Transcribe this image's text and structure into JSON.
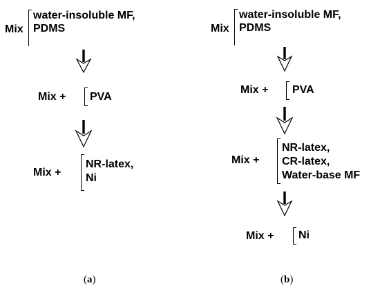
{
  "panel_a": {
    "step1": {
      "prefix": "Mix",
      "items": [
        "water-insoluble MF,",
        "PDMS"
      ]
    },
    "step2": {
      "prefix": "Mix +",
      "items": [
        "PVA"
      ]
    },
    "step3": {
      "prefix": "Mix +",
      "items": [
        "NR-latex,",
        "Ni"
      ]
    },
    "caption": {
      "open": "(",
      "letter": "a",
      "close": ")"
    }
  },
  "panel_b": {
    "step1": {
      "prefix": "Mix",
      "items": [
        "water-insoluble MF,",
        "PDMS"
      ]
    },
    "step2": {
      "prefix": "Mix +",
      "items": [
        "PVA"
      ]
    },
    "step3": {
      "prefix": "Mix +",
      "items": [
        "NR-latex,",
        "CR-latex,",
        "Water-base MF"
      ]
    },
    "step4": {
      "prefix": "Mix +",
      "items": [
        "Ni"
      ]
    },
    "caption": {
      "open": "(",
      "letter": "b",
      "close": ")"
    }
  }
}
